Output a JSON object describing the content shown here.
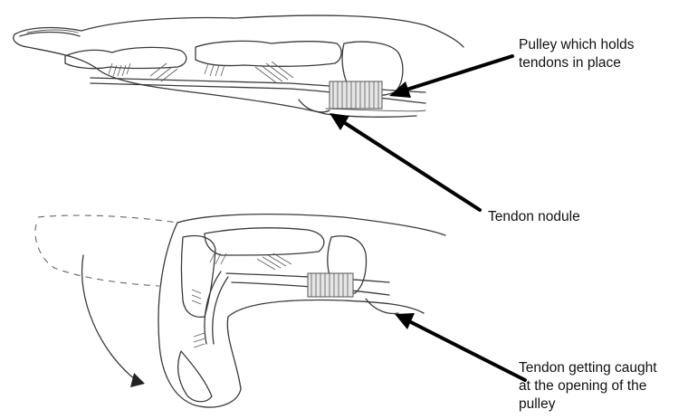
{
  "labels": {
    "pulley": [
      "Pulley which holds",
      "tendons in place"
    ],
    "nodule": [
      "Tendon nodule"
    ],
    "caught": [
      "Tendon getting caught",
      "at the opening of the",
      "pulley"
    ]
  },
  "colors": {
    "ink": "#3a3a3a",
    "arrow": "#000000",
    "background": "#ffffff"
  }
}
